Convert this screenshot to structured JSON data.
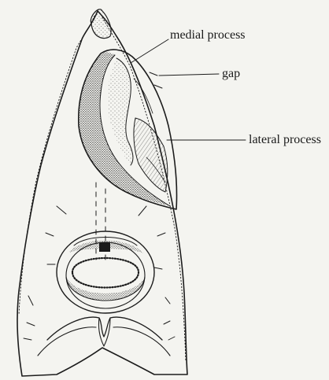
{
  "figure": {
    "labels": {
      "medial_process": "medial process",
      "gap": "gap",
      "lateral_process": "lateral process"
    }
  }
}
